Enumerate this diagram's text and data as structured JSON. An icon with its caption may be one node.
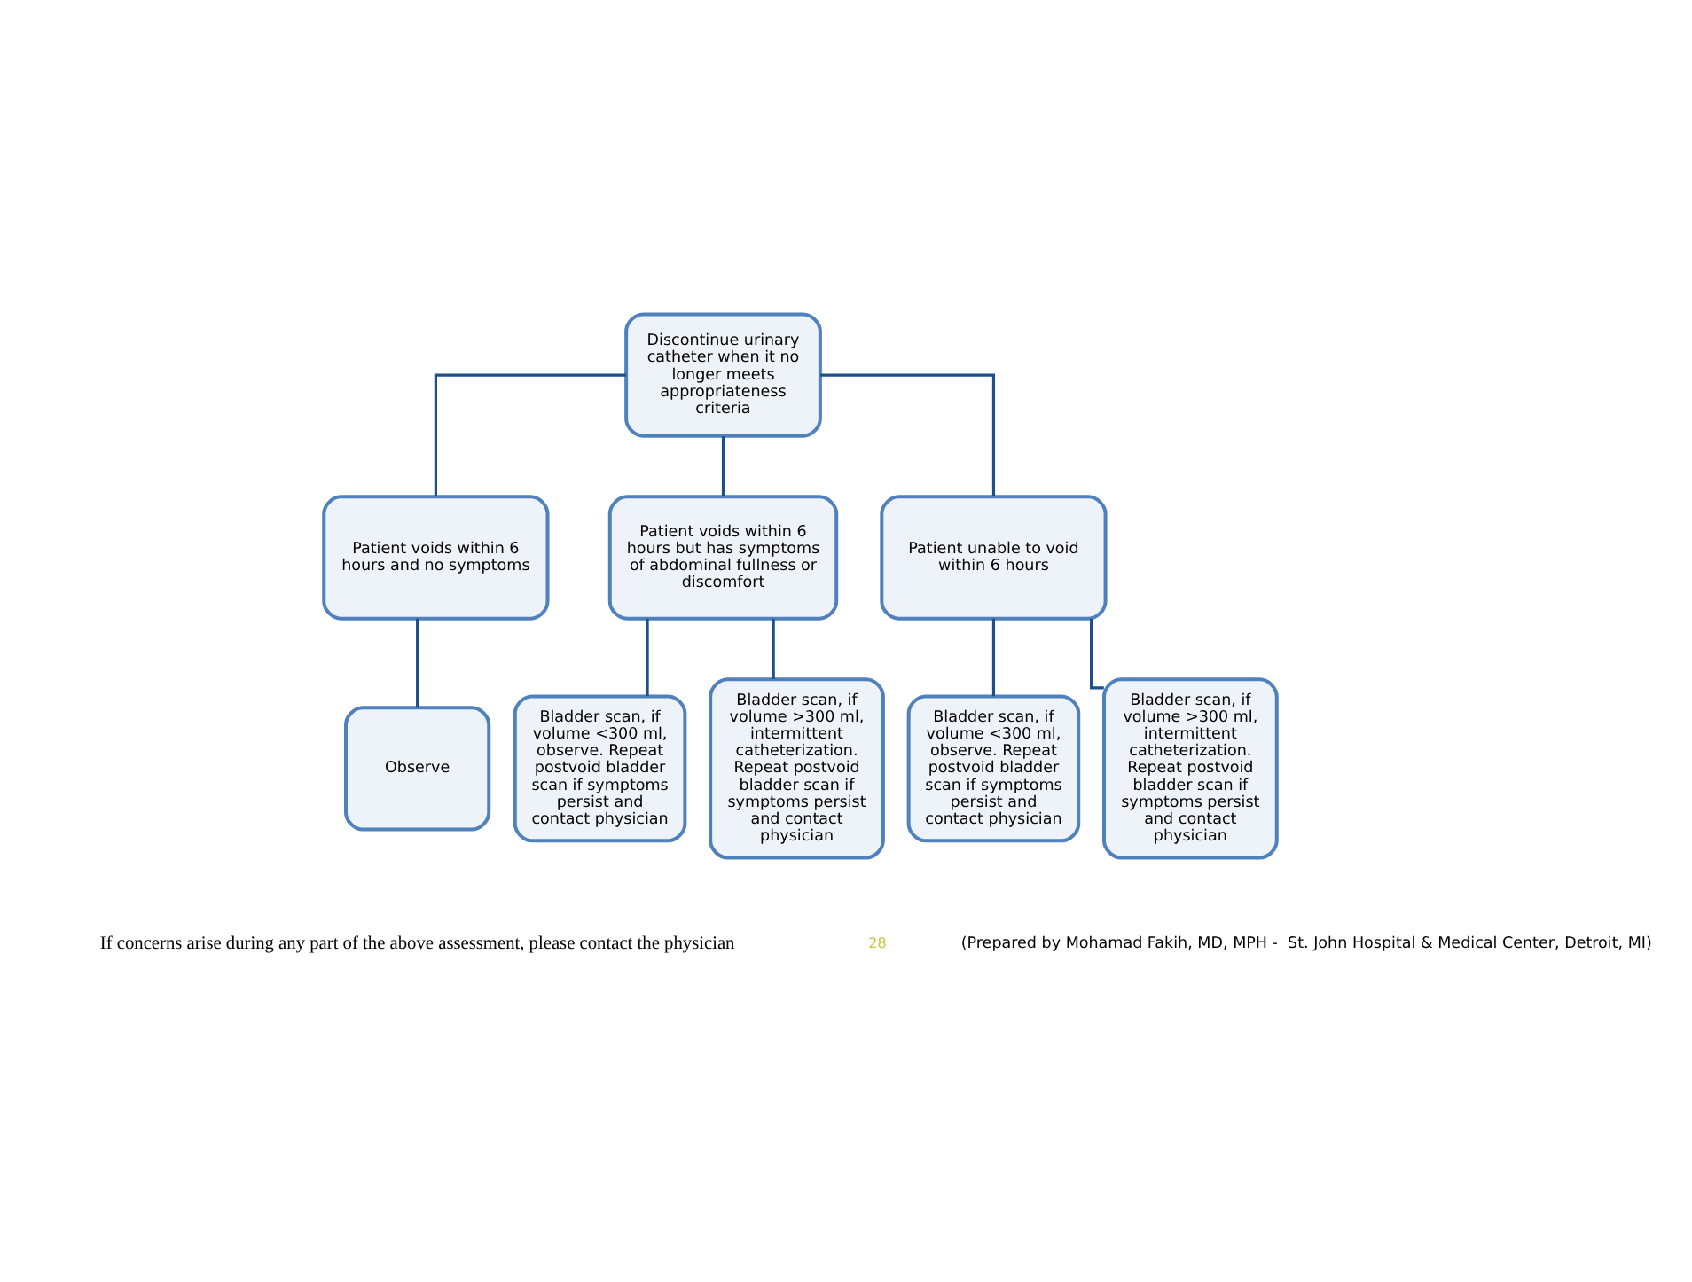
{
  "diagram": {
    "nodes": [
      {
        "text": [
          "Discontinue urinary catheter when it no longer meets appropriateness criteria"
        ]
      },
      {
        "text": [
          "Patient voids within 6 hours and no symptoms"
        ]
      },
      {
        "text": [
          "Patient voids within 6 hours but has symptoms of abdominal fullness or discomfort"
        ]
      },
      {
        "text": [
          "Patient unable to void within 6 hours"
        ]
      },
      {
        "text": [
          "Observe"
        ]
      },
      {
        "text": [
          "Bladder scan, if volume <300 ml, observe. Repeat postvoid bladder scan if symptoms persist and contact physician"
        ]
      },
      {
        "text": [
          "Bladder scan, if volume >300 ml, intermittent catheterization. Repeat postvoid bladder scan if symptoms persist and contact physician"
        ]
      },
      {
        "text": [
          "Bladder scan, if volume <300 ml, observe. Repeat postvoid bladder scan if symptoms persist and contact physician"
        ]
      },
      {
        "text": [
          "Bladder scan, if volume >300 ml, intermittent catheterization. Repeat postvoid bladder scan if symptoms persist and contact physician"
        ]
      }
    ],
    "edges": [
      {
        "from": 0,
        "to": 1,
        "arrow": "none"
      },
      {
        "from": 0,
        "to": 2,
        "arrow": "none"
      },
      {
        "from": 0,
        "to": 3,
        "arrow": "none"
      },
      {
        "from": 1,
        "to": 4,
        "arrow": "none"
      },
      {
        "from": 2,
        "to": 5,
        "arrow": "none"
      },
      {
        "from": 2,
        "to": 6,
        "arrow": "none"
      },
      {
        "from": 3,
        "to": 7,
        "arrow": "none"
      },
      {
        "from": 3,
        "to": 8,
        "arrow": "none"
      }
    ],
    "labels": [
      "If concerns arise during any part of the above assessment, please contact the physician",
      "28",
      "(Prepared by Mohamad Fakih, MD, MPH -  St. John Hospital & Medical Center, Detroit, MI)"
    ]
  }
}
